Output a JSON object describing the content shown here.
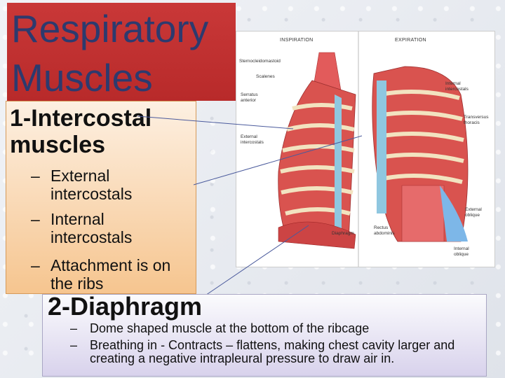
{
  "slide": {
    "title": "Respiratory Muscles",
    "section1": {
      "heading": "1-Intercostal muscles",
      "bullets": [
        "External intercostals",
        "Internal intercostals",
        "Attachment is on the ribs"
      ]
    },
    "section2": {
      "heading": "2-Diaphragm",
      "bullets": [
        "Dome shaped muscle at the bottom of the ribcage",
        "Breathing in - Contracts – flattens, making chest cavity larger and creating a negative intrapleural pressure to draw air in."
      ]
    }
  },
  "diagram": {
    "header_left": "INSPIRATION",
    "header_right": "EXPIRATION",
    "labels": {
      "sternocleidomastoid": "Sternocleidomastoid",
      "scalenes": "Scalenes",
      "serratus_anterior_1": "Serratus",
      "serratus_anterior_2": "anterior",
      "external_intercostals_1": "External",
      "external_intercostals_2": "intercostals",
      "diaphragm": "Diaphragm",
      "rectus_abdominis_1": "Rectus",
      "rectus_abdominis_2": "abdominis",
      "internal_intercostals_1": "Internal",
      "internal_intercostals_2": "intercostals",
      "transversus_thoracis_1": "Transversus",
      "transversus_thoracis_2": "thoracis",
      "external_oblique_1": "External",
      "external_oblique_2": "oblique",
      "internal_oblique_1": "Internal",
      "internal_oblique_2": "oblique"
    }
  }
}
